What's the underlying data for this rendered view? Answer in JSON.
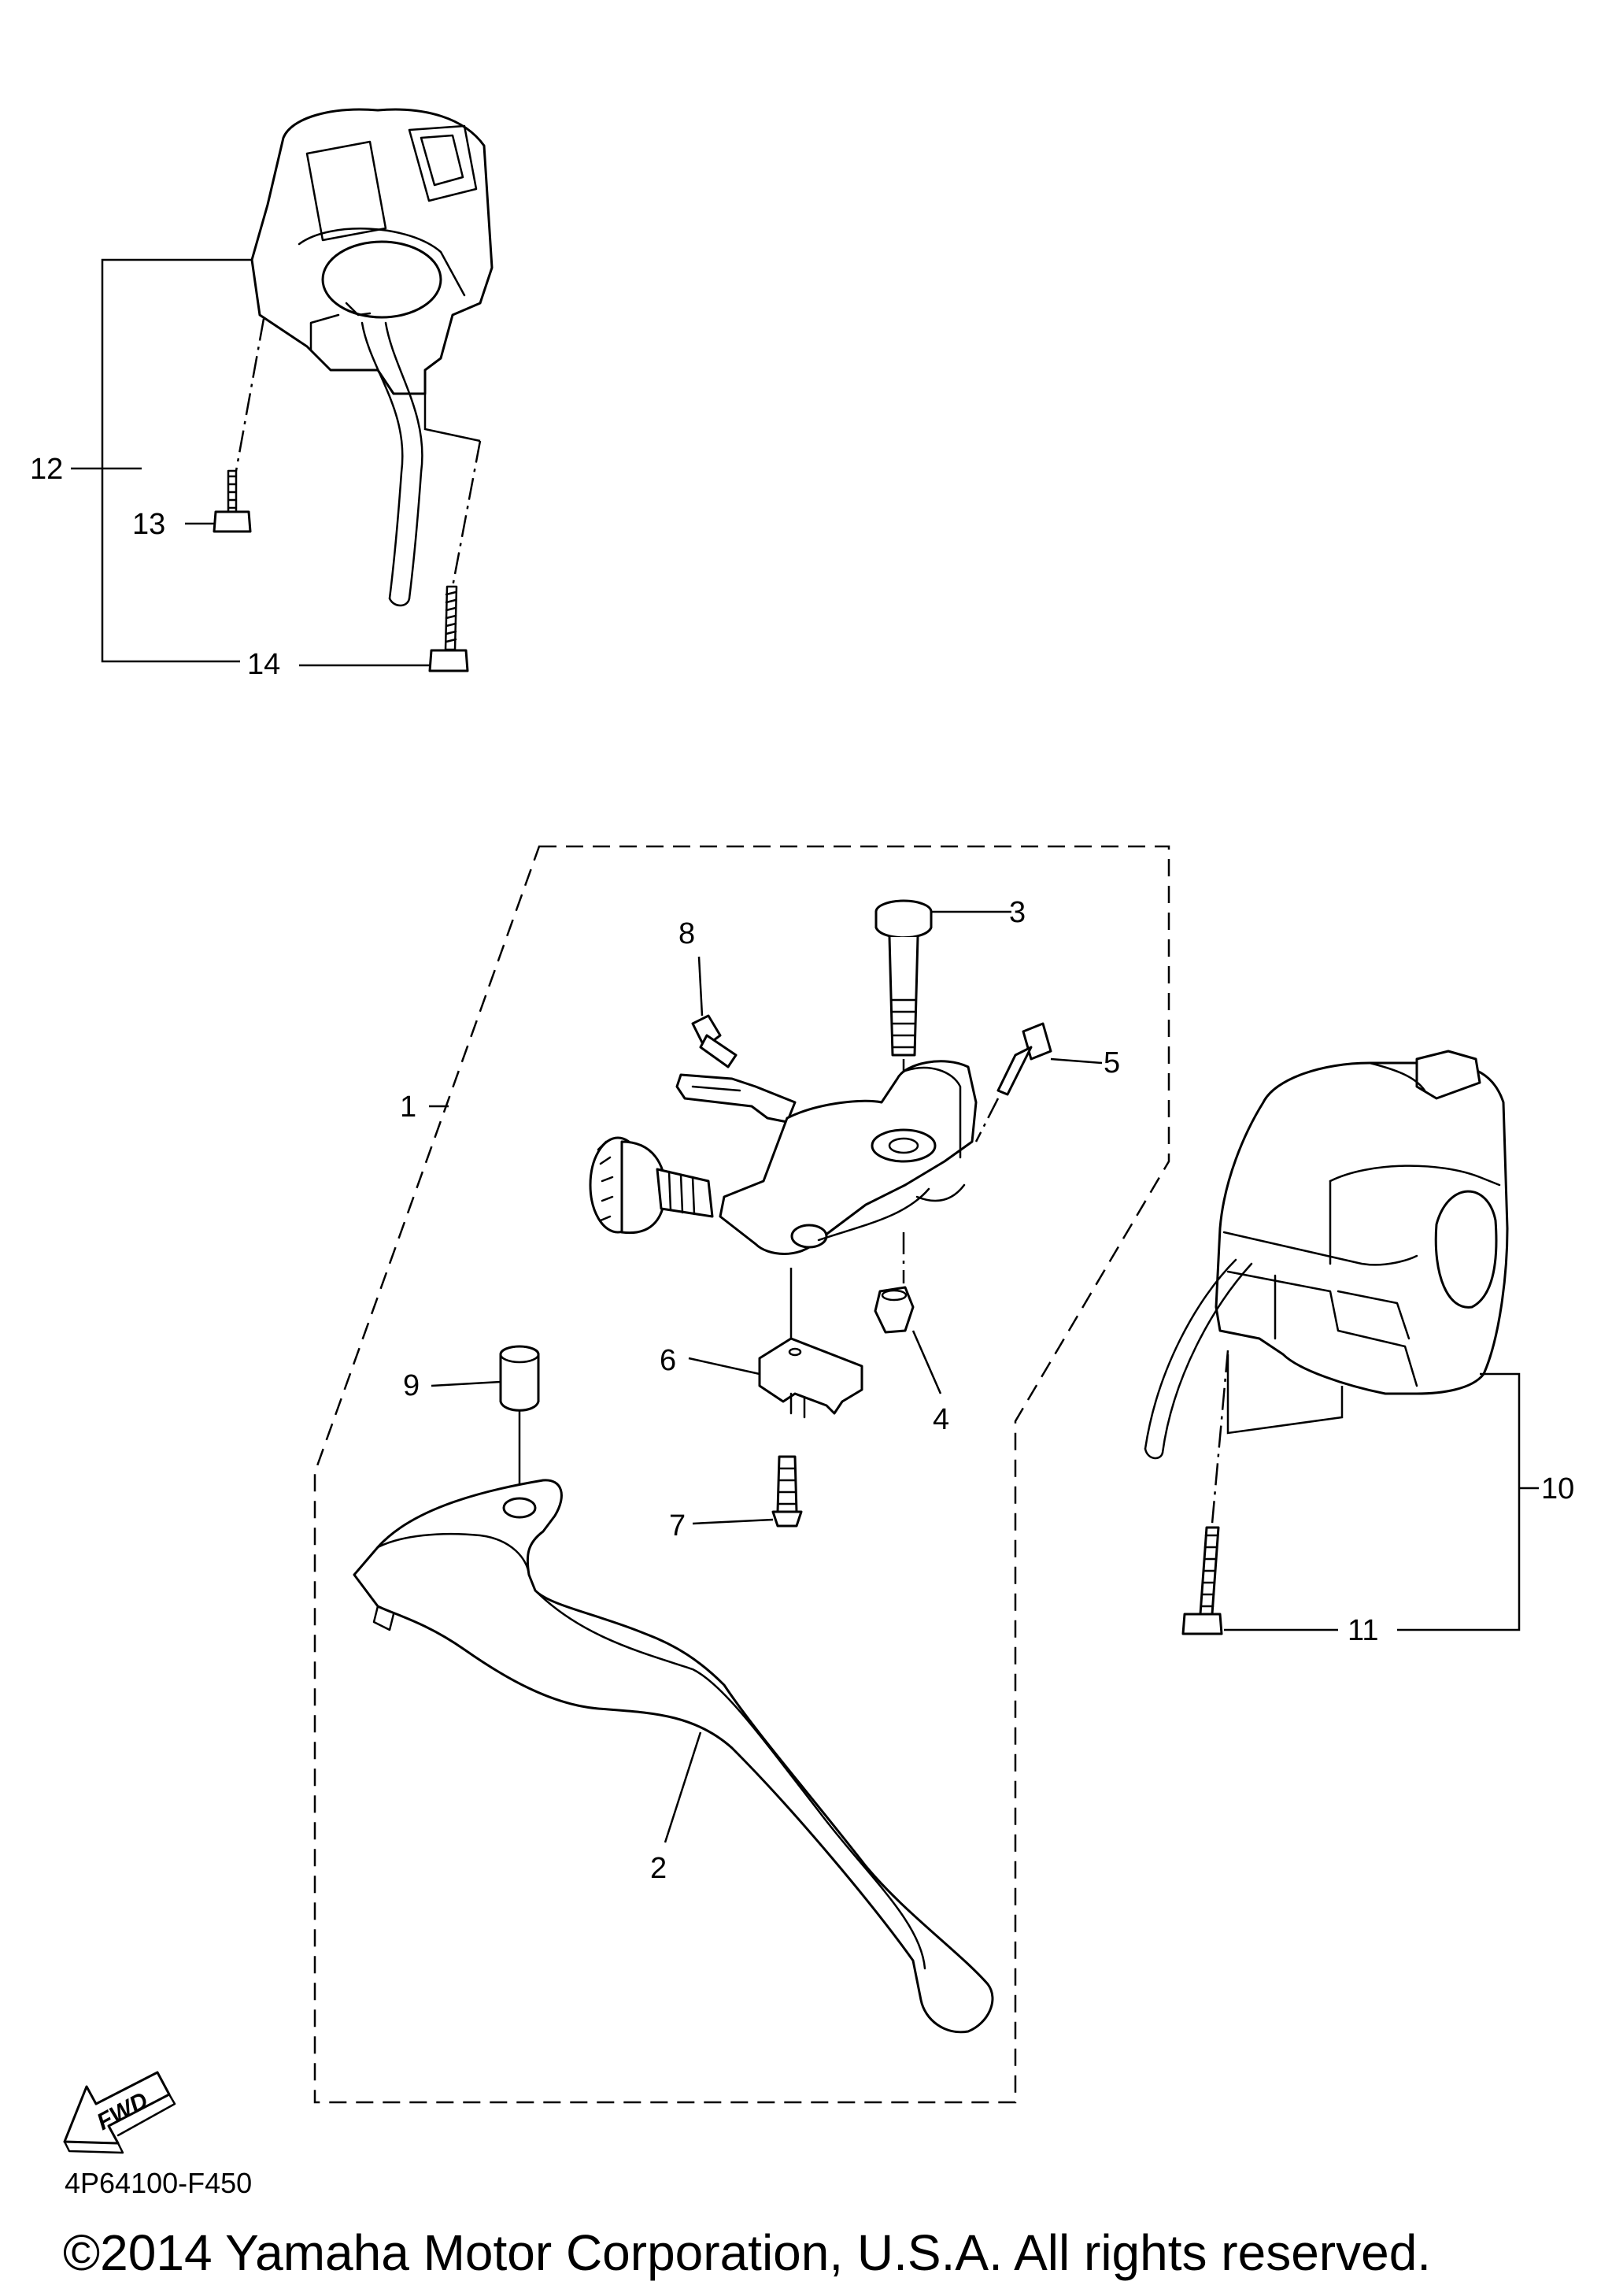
{
  "callouts": {
    "c1": "1",
    "c2": "2",
    "c3": "3",
    "c4": "4",
    "c5": "5",
    "c6": "6",
    "c7": "7",
    "c8": "8",
    "c9": "9",
    "c10": "10",
    "c11": "11",
    "c12": "12",
    "c13": "13",
    "c14": "14"
  },
  "fwd_badge": "FWD",
  "diagram_code": "4P64100-F450",
  "copyright": "©2014 Yamaha Motor Corporation, U.S.A. All rights reserved."
}
